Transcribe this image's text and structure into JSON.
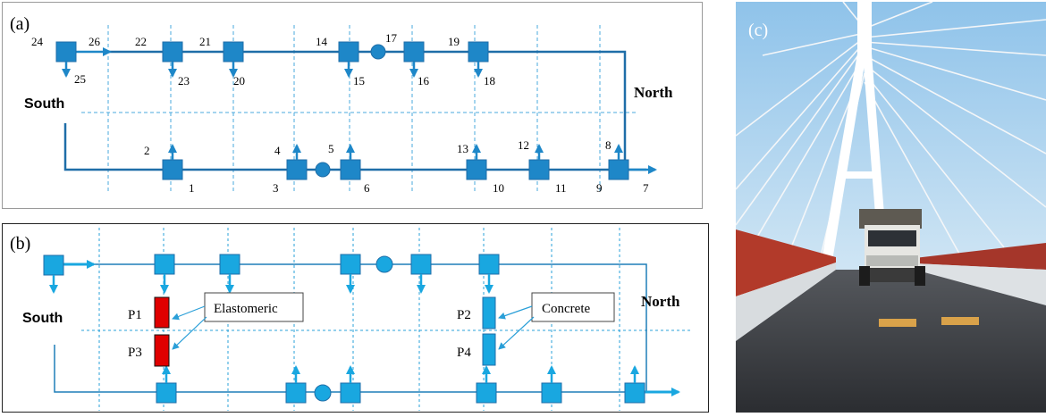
{
  "panel_a": {
    "label": "(a)",
    "south_label": "South",
    "north_label": "North",
    "sensors": [
      "1",
      "2",
      "3",
      "4",
      "5",
      "6",
      "7",
      "8",
      "9",
      "10",
      "11",
      "12",
      "13",
      "14",
      "15",
      "16",
      "17",
      "18",
      "19",
      "20",
      "21",
      "22",
      "23",
      "24",
      "25",
      "26"
    ]
  },
  "panel_b": {
    "label": "(b)",
    "south_label": "South",
    "north_label": "North",
    "piers": [
      "P1",
      "P2",
      "P3",
      "P4"
    ],
    "callout_elastomeric": "Elastomeric",
    "callout_concrete": "Concrete"
  },
  "panel_c": {
    "label": "(c)"
  },
  "colors": {
    "sensor_fill": "#1e87c8",
    "sensor_line": "#1f6ea8",
    "bearing_elastomeric": "#e00000",
    "grid_dash": "#2aa0d8",
    "sky": "#a9d1ee",
    "road": "#3a3d42"
  }
}
